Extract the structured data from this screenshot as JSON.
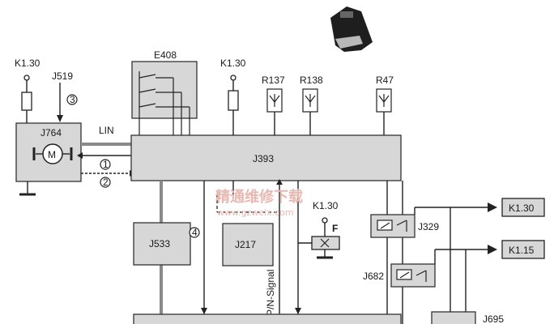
{
  "diagram": {
    "components": {
      "J393": "J393",
      "J764": "J764",
      "E408": "E408",
      "J533": "J533",
      "J217": "J217",
      "J329": "J329",
      "J682": "J682",
      "J695": "J695",
      "R137": "R137",
      "R138": "R138",
      "R47": "R47",
      "J519": "J519",
      "F": "F"
    },
    "motor_symbol": "M",
    "fuse_labels": {
      "left": "K1.30",
      "mid": "K1.30",
      "lower": "K1.30"
    },
    "terminals": {
      "t1": "K1.30",
      "t2": "K1.15"
    },
    "signals": {
      "lin": "LIN",
      "pn": "P/N-Signal"
    },
    "markers": [
      "1",
      "2",
      "3",
      "4"
    ],
    "watermark": {
      "cn": "精通维修下载",
      "url": "www.gzweix.com"
    }
  },
  "colors": {
    "box_fill": "#d7d7d7",
    "line": "#222222",
    "watermark": "#e8b9b2",
    "bus_gray": "#8a8a8a"
  }
}
